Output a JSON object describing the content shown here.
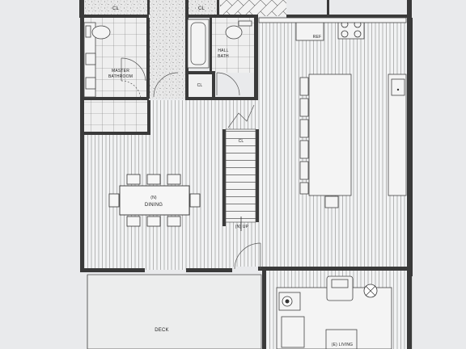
{
  "plan": {
    "rooms": {
      "closet_top_left": "CL",
      "closet_top_mid": "CL",
      "master_bathroom_line1": "MASTER",
      "master_bathroom_line2": "BATHROOM",
      "hall_bath_line1": "HALL",
      "hall_bath_line2": "BATH",
      "closet_hall": "CL",
      "closet_stair": "CL",
      "dining_tag": "(N)",
      "dining": "DINING",
      "stair_up": "(N) UP",
      "deck": "DECK",
      "living": "(E) LIVING"
    },
    "fixtures": {
      "refrigerator": "REF"
    }
  }
}
